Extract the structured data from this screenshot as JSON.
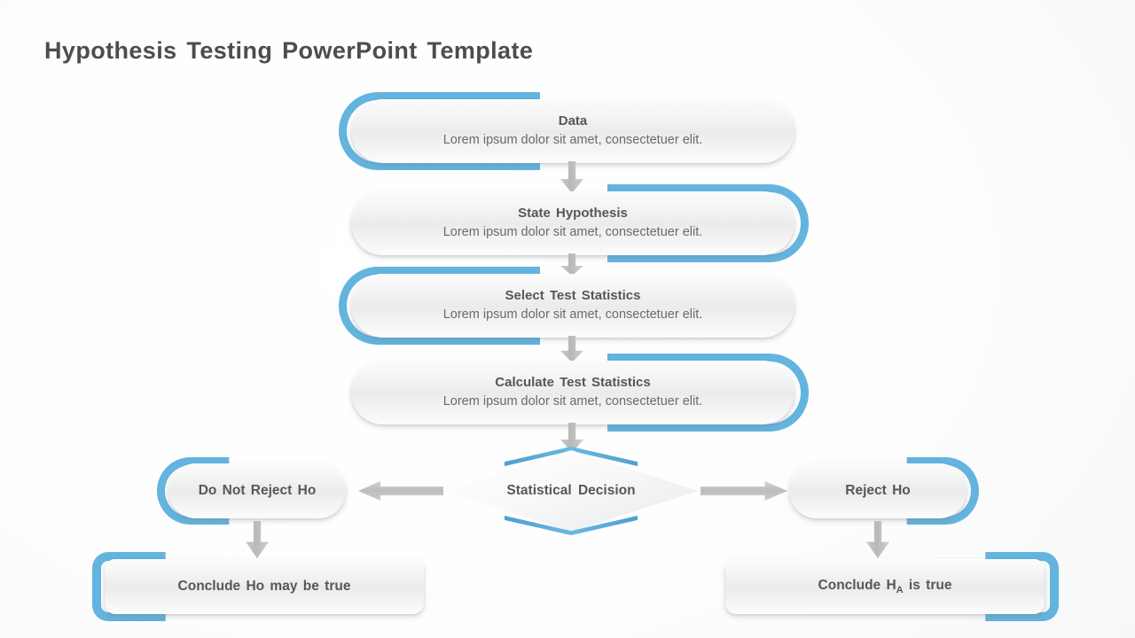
{
  "title": "Hypothesis Testing PowerPoint Template",
  "colors": {
    "accent_blue": "#63b4de",
    "title_text": "#4d4d4d",
    "heading_text": "#575757",
    "body_text": "#6b6b6b",
    "arrow_gray": "#bdbdbd",
    "background": "#ffffff"
  },
  "flow": {
    "steps": [
      {
        "id": "data",
        "title": "Data",
        "subtitle": "Lorem ipsum dolor sit amet, consectetuer elit.",
        "accent_side": "left"
      },
      {
        "id": "hypothesis",
        "title": "State Hypothesis",
        "subtitle": "Lorem ipsum dolor sit amet, consectetuer elit.",
        "accent_side": "right"
      },
      {
        "id": "select",
        "title": "Select Test Statistics",
        "subtitle": "Lorem ipsum dolor sit amet, consectetuer elit.",
        "accent_side": "left"
      },
      {
        "id": "calculate",
        "title": "Calculate Test Statistics",
        "subtitle": "Lorem ipsum dolor sit amet, consectetuer elit.",
        "accent_side": "right"
      }
    ],
    "decision": {
      "id": "statistical-decision",
      "label": "Statistical Decision"
    },
    "branches": {
      "left": {
        "outcome": "Do Not Reject Ho",
        "conclusion_prefix": "Conclude Ho may be true",
        "conclusion_sub": "",
        "conclusion_suffix": "",
        "accent_side": "left"
      },
      "right": {
        "outcome": "Reject Ho",
        "conclusion_prefix": "Conclude H",
        "conclusion_sub": "A",
        "conclusion_suffix": " is true",
        "accent_side": "right"
      }
    }
  }
}
